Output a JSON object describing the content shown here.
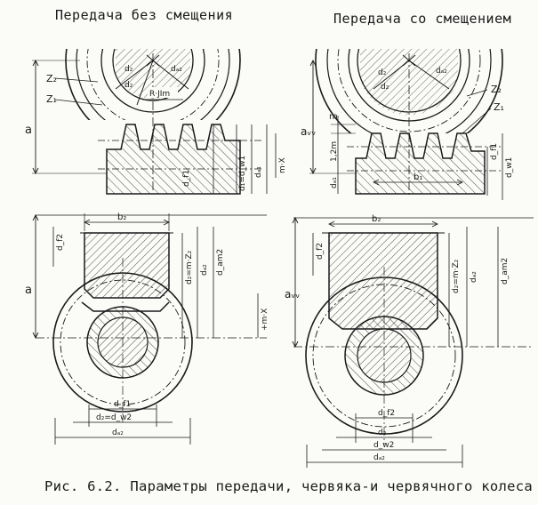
{
  "headings": {
    "left": "Передача без смещения",
    "right": "Передача со смещением"
  },
  "caption": "Рис. 6.2. Параметры передачи, червяка-и червячного колеса",
  "labels": {
    "z2": "Z₂",
    "z1": "Z₁",
    "a": "a",
    "aw": "aᵥᵥ",
    "m": "m",
    "m12": "1,2m",
    "pitch": "R·JIm",
    "da2": "dₐ₂",
    "d2": "d₂",
    "dw2_small": "d₂",
    "d_top": "d₂",
    "df1": "d_f1",
    "d1_dw1": "d₁=d_w1",
    "da1": "dₐ₁",
    "mx": "m·X",
    "df1_small": "d_f1",
    "dw1": "d_w1",
    "b1": "b₁",
    "b2": "b₂",
    "df2": "d_f2",
    "d2mz2": "d₂=m·Z₂",
    "dam2": "d_am2",
    "xm": "+m·X",
    "d2dw2": "d₂=d_w2",
    "da2_bottom": "dₐ₂",
    "d2_bottom": "d₂",
    "dw2": "d_w2",
    "d2mz2_r": "d₂=m·Z₂",
    "da2_r": "dₐ₂",
    "dam2_r": "d_am2",
    "df2_r": "d_f2",
    "df2_bottom": "d_f2",
    "b2_r": "b₂"
  }
}
